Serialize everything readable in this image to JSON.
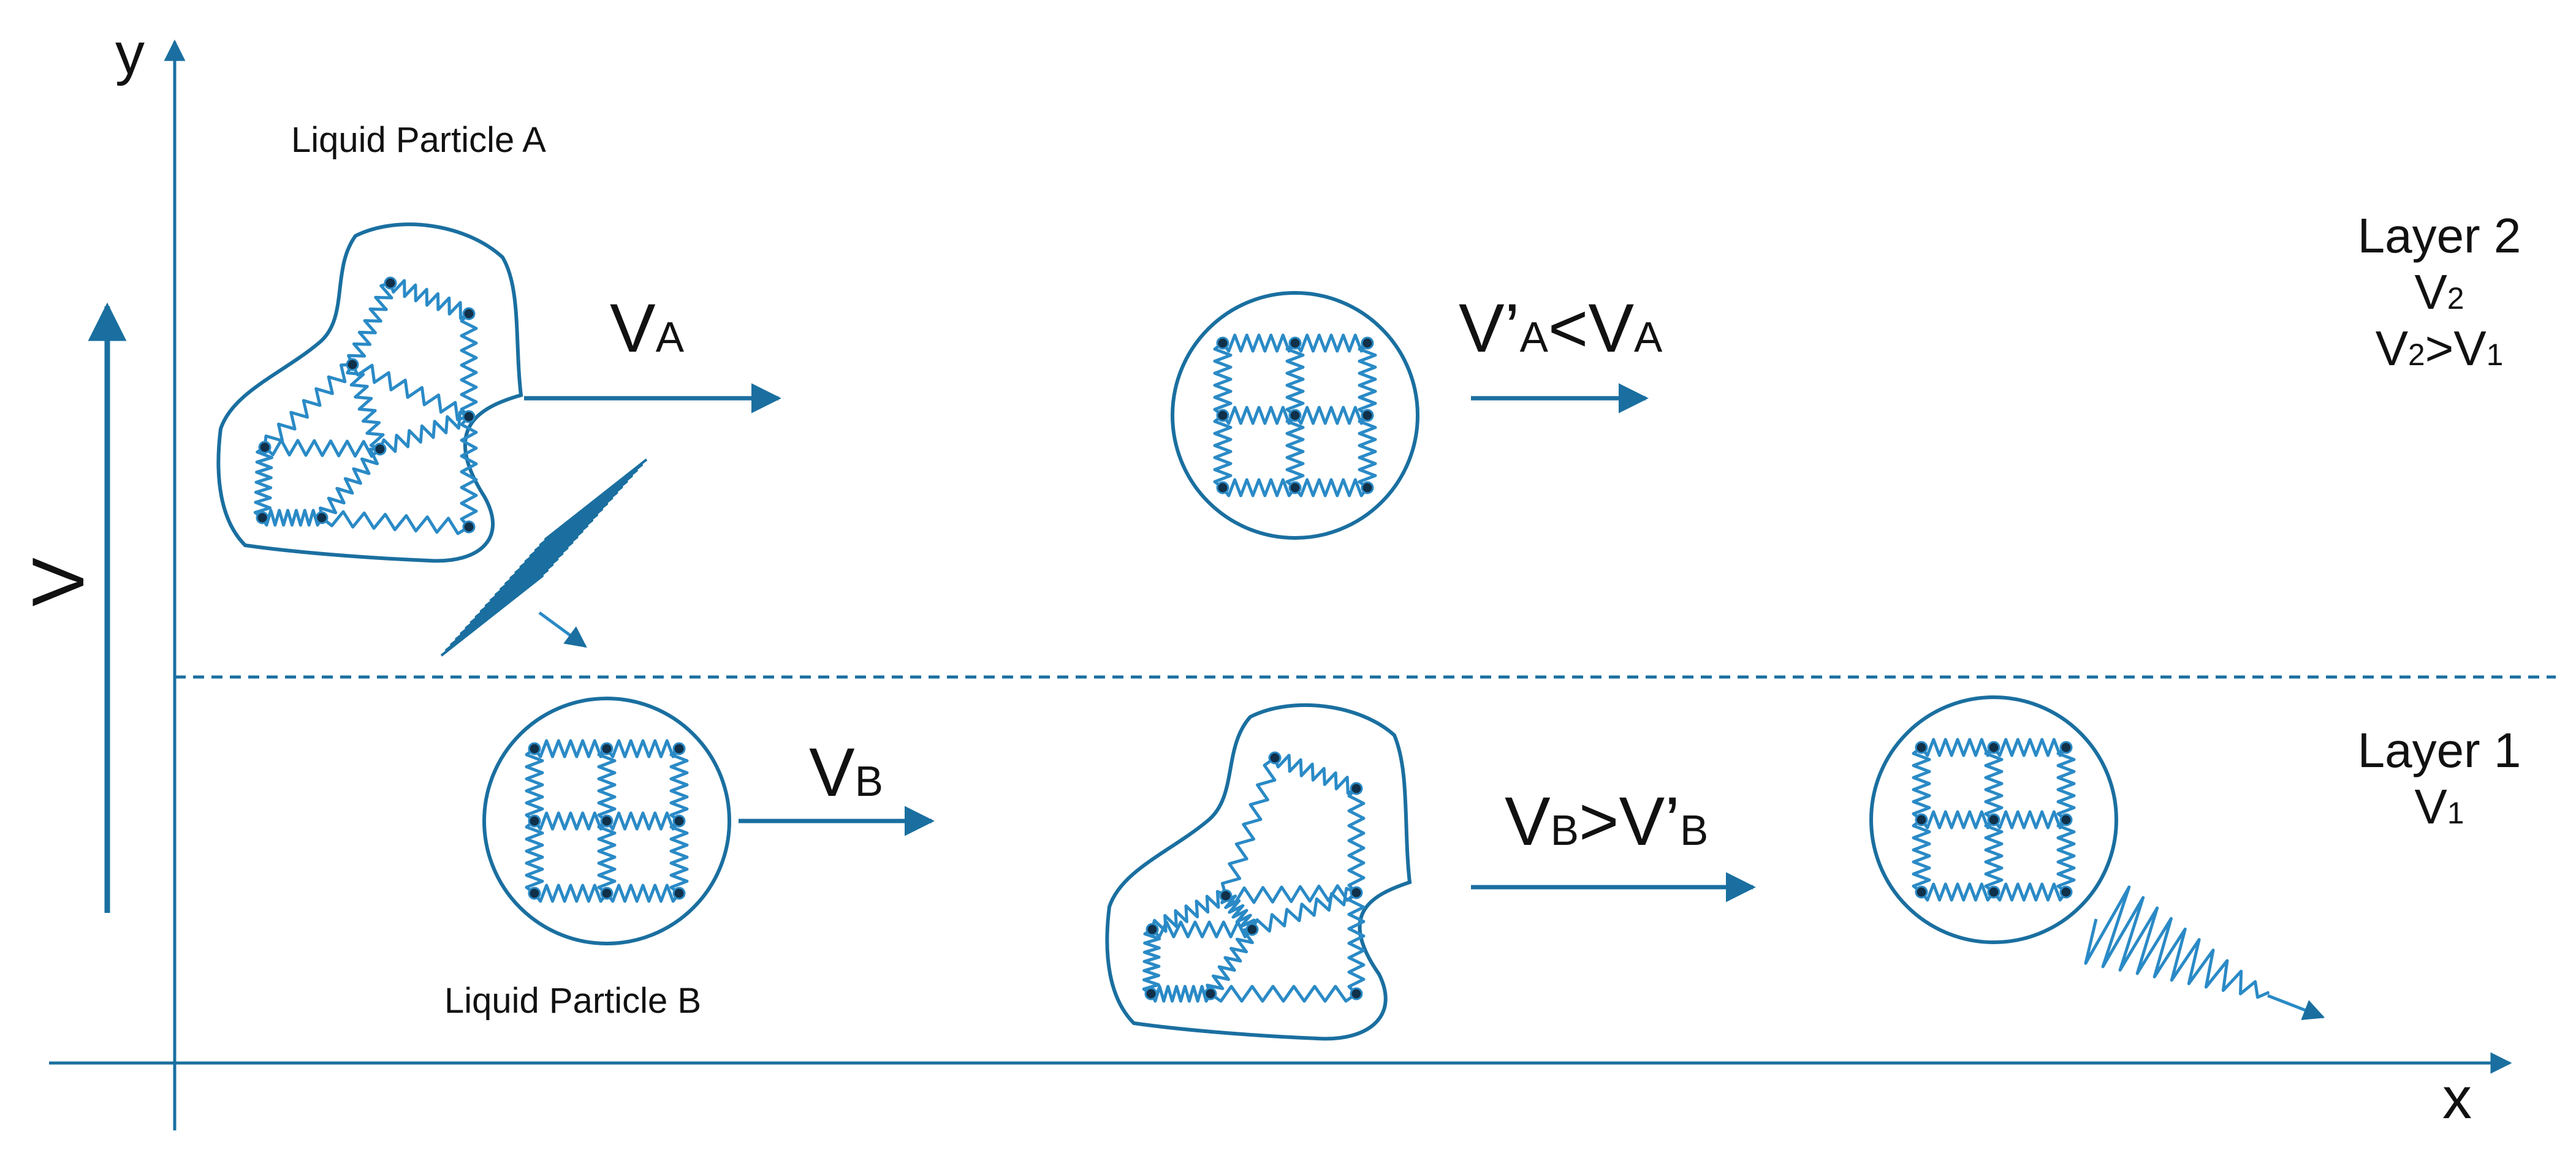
{
  "colors": {
    "stroke": "#1a6fa0",
    "spring": "#2a8ac6",
    "node": "#11314a",
    "text": "#111111"
  },
  "axes": {
    "x_label": "x",
    "y_label": "y"
  },
  "velocity_axis": {
    "label": "V"
  },
  "particles": {
    "a_label": "Liquid Particle A",
    "b_label": "Liquid Particle B"
  },
  "velocities": {
    "va": {
      "main": "V",
      "sub": "A"
    },
    "va_prime": {
      "m1": "V’",
      "s1": "A",
      "op": "<V",
      "s2": "A"
    },
    "vb": {
      "main": "V",
      "sub": "B"
    },
    "vb_prime": {
      "m1": "V",
      "s1": "B",
      "op": ">V’",
      "s2": "B"
    }
  },
  "layers": {
    "layer2": {
      "title": "Layer 2",
      "v_main": "V",
      "v_sub": "2",
      "cmp_a": "V",
      "cmp_sa": "2",
      "cmp_op": ">V",
      "cmp_sb": "1"
    },
    "layer1": {
      "title": "Layer 1",
      "v_main": "V",
      "v_sub": "1"
    }
  }
}
